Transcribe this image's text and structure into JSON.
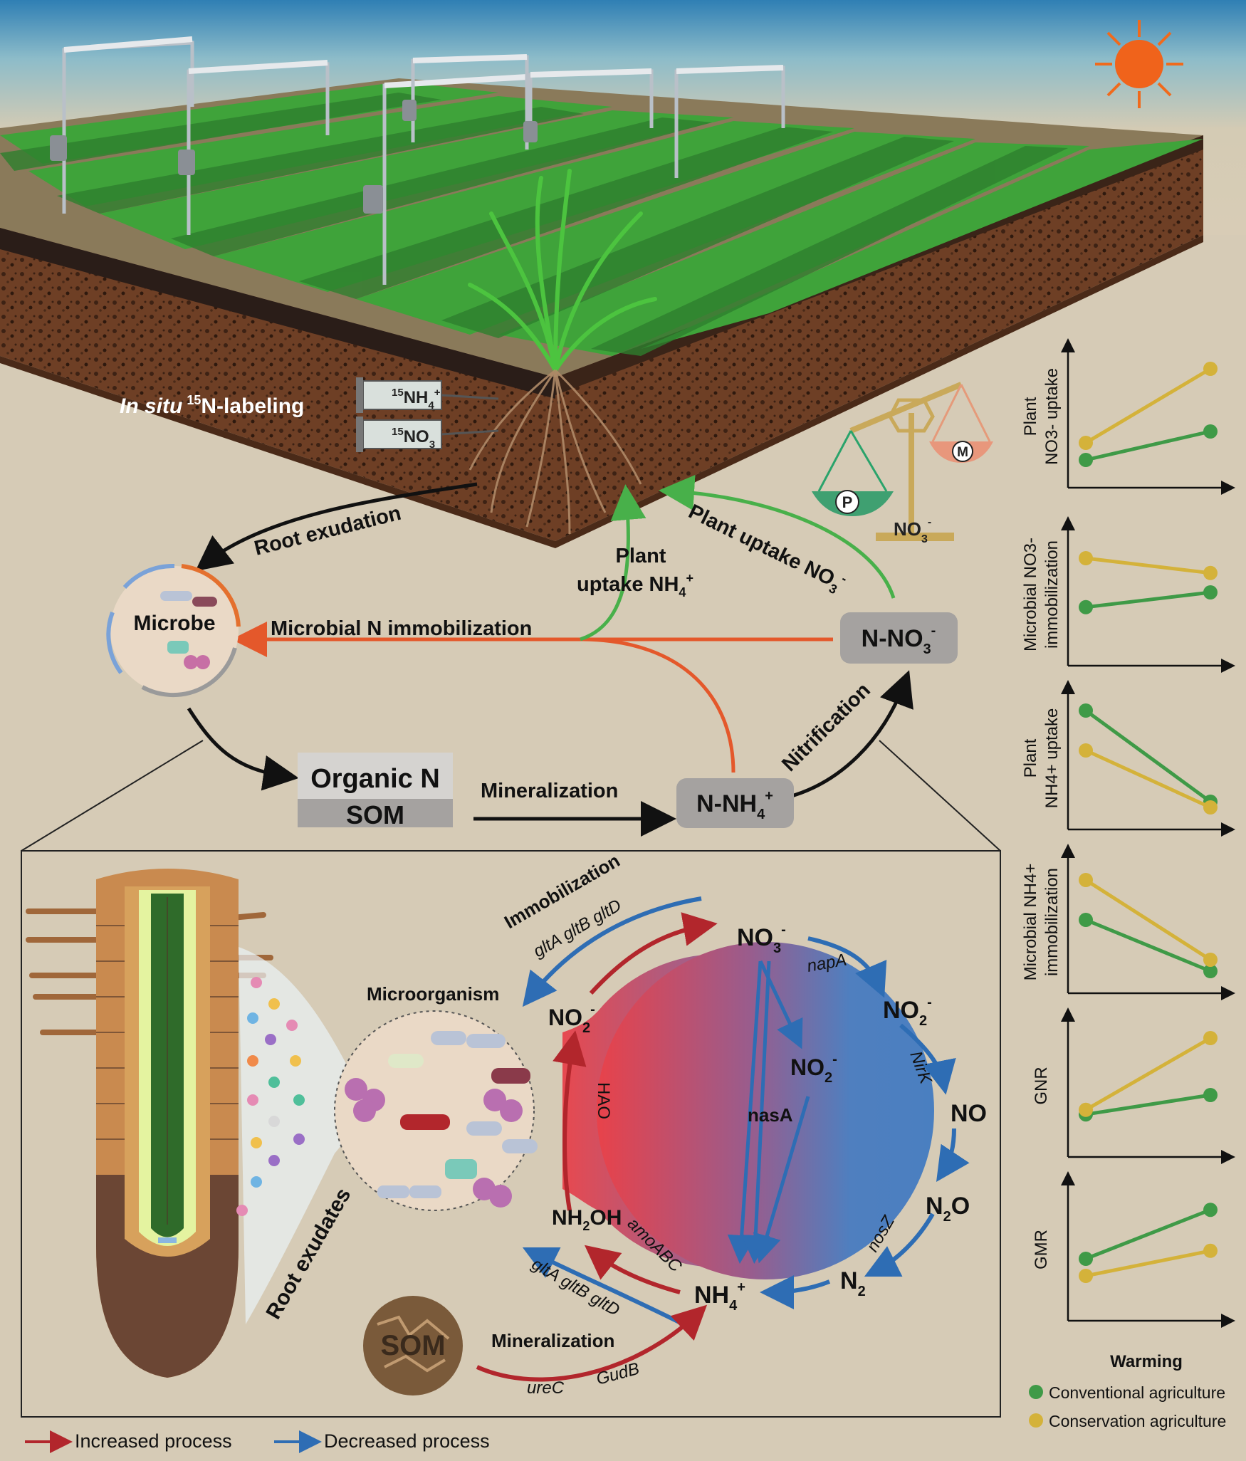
{
  "labeling": {
    "prefix": "In situ",
    "sup": "15",
    "suffix": "N-labeling"
  },
  "syringes": {
    "nh4": {
      "sup": "15",
      "main": "NH",
      "sub": "4",
      "charge": "+"
    },
    "no3": {
      "sup": "15",
      "main": "NO",
      "sub": "3",
      "charge": "-"
    }
  },
  "processes": {
    "root_exudation": "Root exudation",
    "plant_uptake_nh4_line1": "Plant",
    "plant_uptake_nh4_line2": "uptake NH",
    "plant_uptake_no3": "Plant uptake NO",
    "microbial_immobilization": "Microbial N immobilization",
    "mineralization": "Mineralization",
    "nitrification": "Nitrification"
  },
  "pools": {
    "microbe": "Microbe",
    "organic_n": "Organic N",
    "som": "SOM",
    "n_nh4": "N-NH",
    "n_no3": "N-NO"
  },
  "balance": {
    "p": "P",
    "m": "M",
    "center": "NO"
  },
  "inset": {
    "microorganism": "Microorganism",
    "root_exudates": "Root exudates",
    "som": "SOM",
    "mineralization": "Mineralization",
    "ureC": "ureC",
    "gudB": "GudB",
    "immobilization": "Immobilization",
    "genes_top": "gltA gltB gltD",
    "genes_bottom": "gltA  gltB  gltD",
    "amoABC": "amoABC",
    "HAO": "HAO",
    "napA": "napA",
    "NirK": "NirK",
    "nosZ": "nosZ",
    "nasA": "nasA",
    "species": {
      "no3": "NO",
      "no2_left": "NO",
      "no2_right": "NO",
      "no2_center": "NO",
      "no": "NO",
      "n2o": "N",
      "n2": "N",
      "nh2oh": "NH",
      "nh4": "NH"
    }
  },
  "legend_bottom": {
    "increased": "Increased process",
    "decreased": "Decreased process",
    "increased_color": "#b2262c",
    "decreased_color": "#2e6db4"
  },
  "legend_right": {
    "conventional": "Conventional agriculture",
    "conservation": "Conservation agriculture",
    "conventional_color": "#3f9a47",
    "conservation_color": "#d4b23a"
  },
  "panels": {
    "xlabel": "Warming",
    "items": [
      {
        "label": [
          "Plant",
          "NO3- uptake"
        ],
        "conventional": [
          0.15,
          0.4
        ],
        "conservation": [
          0.3,
          0.95
        ]
      },
      {
        "label": [
          "Microbial NO3-",
          "immobilization"
        ],
        "conventional": [
          0.42,
          0.55
        ],
        "conservation": [
          0.85,
          0.72
        ]
      },
      {
        "label": [
          "Plant",
          "NH4+ uptake"
        ],
        "conventional": [
          0.95,
          0.15
        ],
        "conservation": [
          0.6,
          0.1
        ]
      },
      {
        "label": [
          "Microbial NH4+",
          "immobilization"
        ],
        "conventional": [
          0.55,
          0.1
        ],
        "conservation": [
          0.9,
          0.2
        ]
      },
      {
        "label": [
          "GNR"
        ],
        "conventional": [
          0.28,
          0.45
        ],
        "conservation": [
          0.32,
          0.95
        ]
      },
      {
        "label": [
          "GMR"
        ],
        "conventional": [
          0.45,
          0.88
        ],
        "conservation": [
          0.3,
          0.52
        ]
      }
    ]
  }
}
